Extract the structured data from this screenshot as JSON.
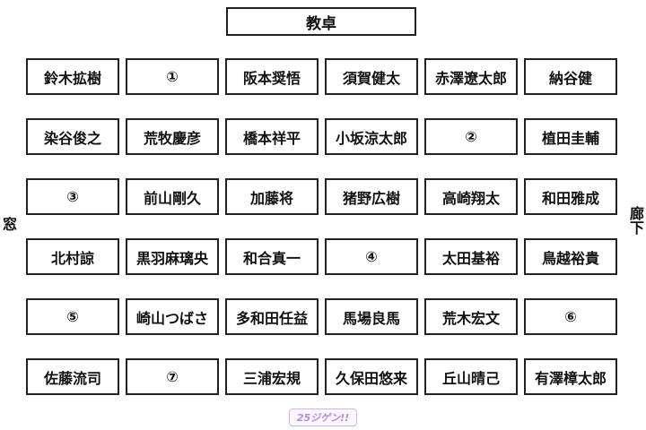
{
  "podium_label": "教卓",
  "window_label": "窓",
  "hallway_label": "廊下",
  "logo_text": "25ジゲン!!",
  "rows": [
    [
      "鈴木拡樹",
      "①",
      "阪本奨悟",
      "須賀健太",
      "赤澤遼太郎",
      "納谷健"
    ],
    [
      "染谷俊之",
      "荒牧慶彦",
      "橋本祥平",
      "小坂涼太郎",
      "②",
      "植田圭輔"
    ],
    [
      "③",
      "前山剛久",
      "加藤将",
      "猪野広樹",
      "高崎翔太",
      "和田雅成"
    ],
    [
      "北村諒",
      "黒羽麻璃央",
      "和合真一",
      "④",
      "太田基裕",
      "鳥越裕貴"
    ],
    [
      "⑤",
      "崎山つばさ",
      "多和田任益",
      "馬場良馬",
      "荒木宏文",
      "⑥"
    ],
    [
      "佐藤流司",
      "⑦",
      "三浦宏規",
      "久保田悠来",
      "丘山晴己",
      "有澤樟太郎"
    ]
  ]
}
